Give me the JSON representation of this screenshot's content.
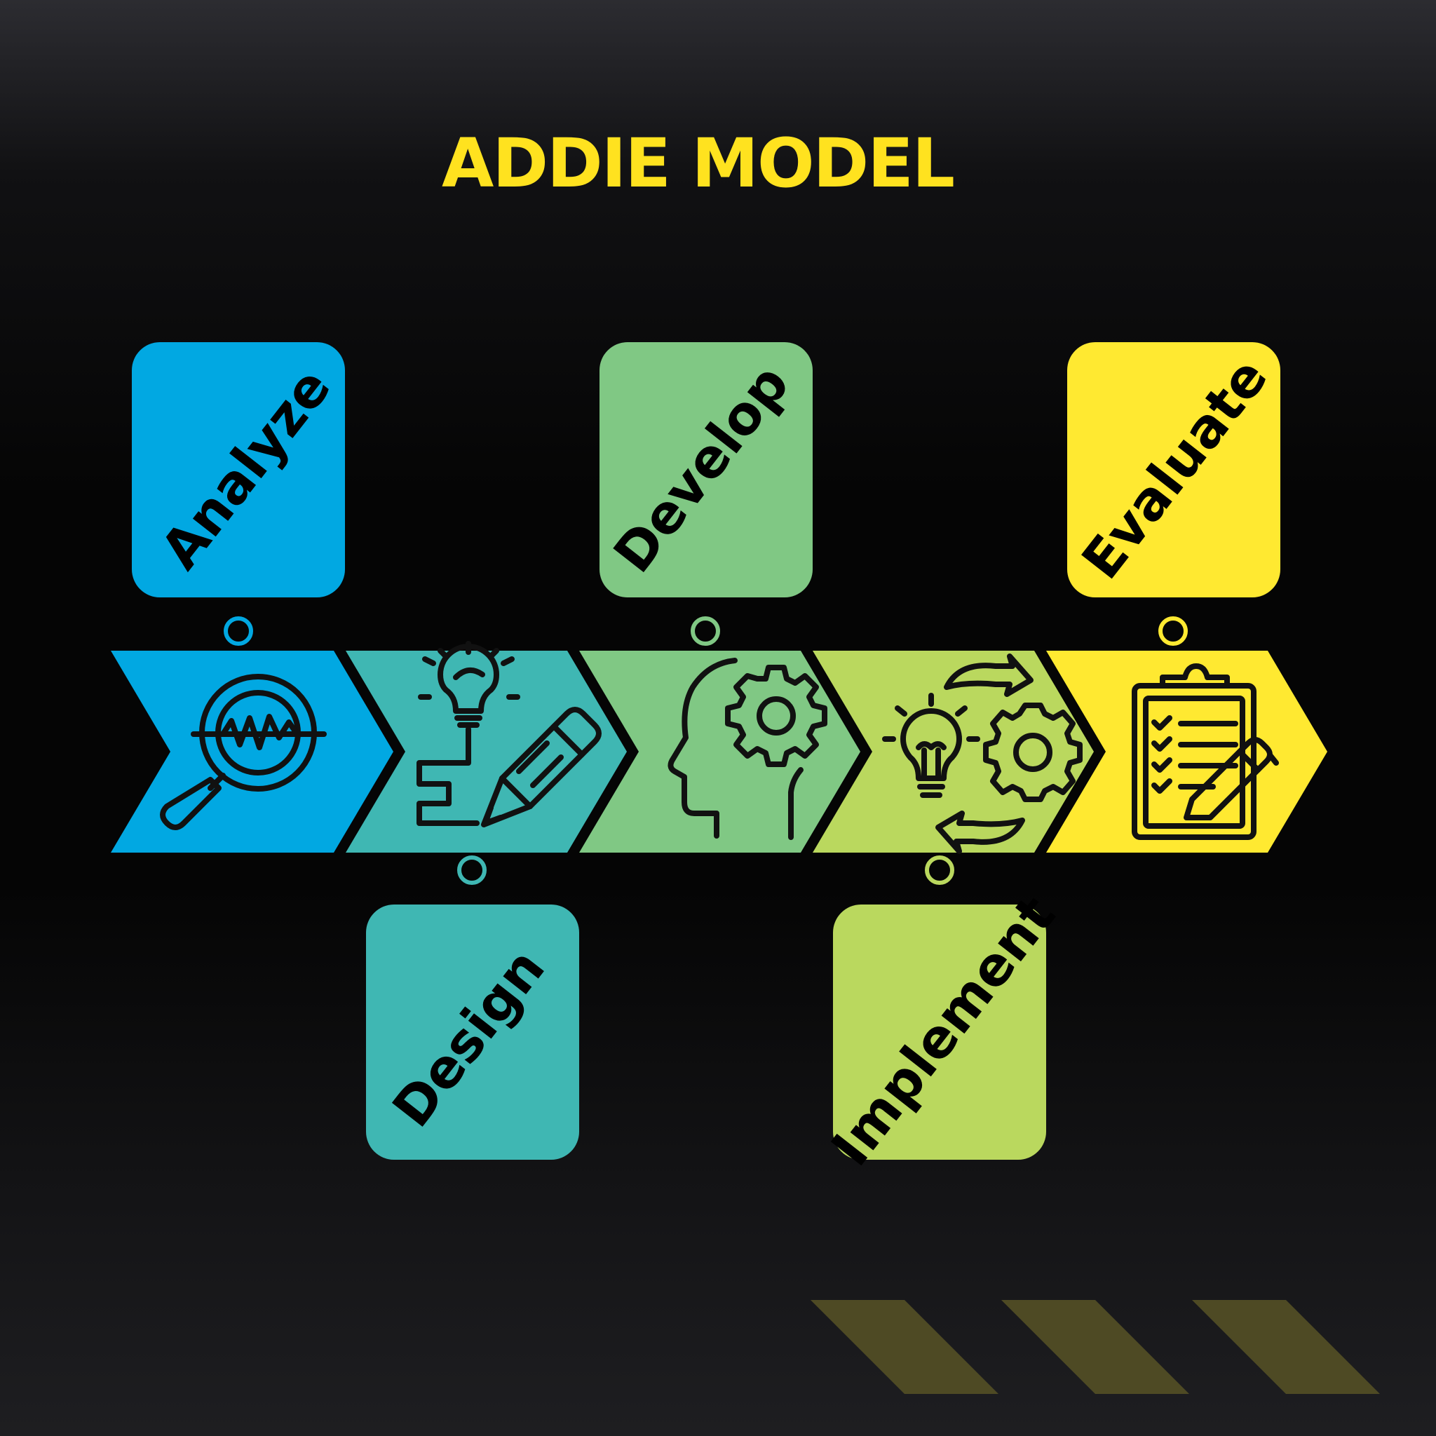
{
  "title": "ADDIE MODEL",
  "stages": [
    {
      "label": "Analyze",
      "color": "#01a8e2",
      "icon": "magnifier-chart-icon",
      "position": "top"
    },
    {
      "label": "Design",
      "color": "#3fb7b3",
      "icon": "lightbulb-pencil-icon",
      "position": "bottom"
    },
    {
      "label": "Develop",
      "color": "#80c884",
      "icon": "head-gear-icon",
      "position": "top"
    },
    {
      "label": "Implement",
      "color": "#bad85e",
      "icon": "lightbulb-gear-cycle-icon",
      "position": "bottom"
    },
    {
      "label": "Evaluate",
      "color": "#ffe931",
      "icon": "clipboard-checklist-icon",
      "position": "top"
    }
  ],
  "colors": {
    "title": "#ffe21f",
    "background": "#050505",
    "stripes": "#4e4a24"
  }
}
